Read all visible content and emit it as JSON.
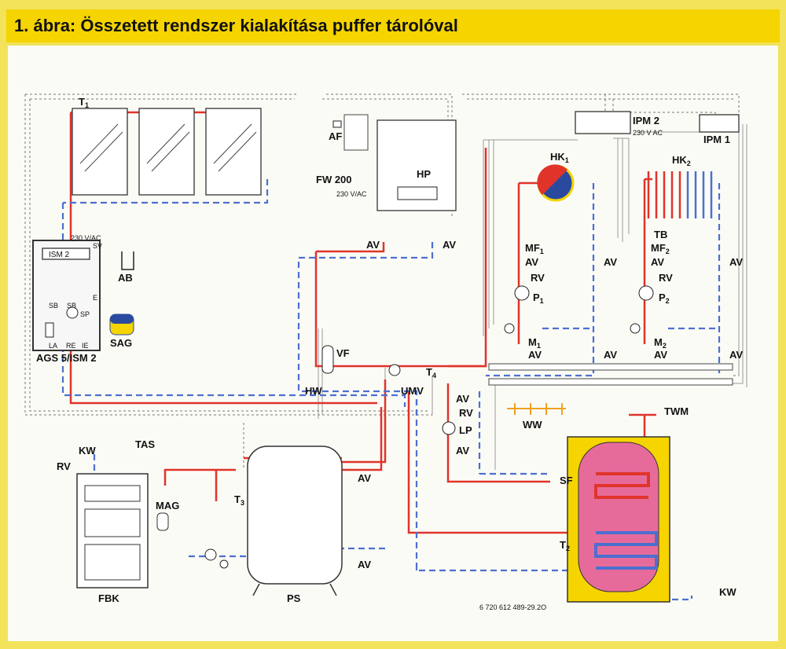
{
  "title": "1. ábra: Összetett rendszer kialakítása puffer tárolóval",
  "labels": {
    "T1": "T",
    "T1_sub": "1",
    "voltage_ism": "230 V/AC",
    "ism2": "ISM 2",
    "sv": "SV",
    "ab": "AB",
    "sb1": "SB",
    "sb2": "SB",
    "sp": "SP",
    "e": "E",
    "la": "LA",
    "re": "RE",
    "ie": "IE",
    "sag": "SAG",
    "ags": "AGS 5/ISM 2",
    "af": "AF",
    "fw200": "FW 200",
    "voltage_fw": "230 V/AC",
    "hp": "HP",
    "av_left": "AV",
    "av_right": "AV",
    "ipm2": "IPM 2",
    "voltage_ipm": "230 V AC",
    "ipm1": "IPM 1",
    "hk1": "HK",
    "hk1_sub": "1",
    "hk2": "HK",
    "hk2_sub": "2",
    "tb": "TB",
    "mf1": "MF",
    "mf1_sub": "1",
    "mf2": "MF",
    "mf2_sub": "2",
    "av_hk1_a": "AV",
    "av_hk1_b": "AV",
    "av_hk2_a": "AV",
    "av_hk2_b": "AV",
    "rv1": "RV",
    "rv2": "RV",
    "p1": "P",
    "p1_sub": "1",
    "p2": "P",
    "p2_sub": "2",
    "m1": "M",
    "m1_sub": "1",
    "m2": "M",
    "m2_sub": "2",
    "av_m1_a": "AV",
    "av_m1_b": "AV",
    "av_m2_a": "AV",
    "av_m2_b": "AV",
    "vf": "VF",
    "hw": "HW",
    "umv": "UMV",
    "t4": "T",
    "t4_sub": "4",
    "av_lp_a": "AV",
    "rv_lp": "RV",
    "lp": "LP",
    "av_lp_b": "AV",
    "ww": "WW",
    "twm": "TWM",
    "kw_left": "KW",
    "rv_left": "RV",
    "tas": "TAS",
    "mag": "MAG",
    "t3": "T",
    "t3_sub": "3",
    "av_ps_a": "AV",
    "av_ps_b": "AV",
    "sf": "SF",
    "t2": "T",
    "t2_sub": "2",
    "fbk": "FBK",
    "ps": "PS",
    "kw_right": "KW",
    "code": "6 720 612 489-29.2O"
  },
  "colors": {
    "flow": "#e0342a",
    "return": "#4d6fd0",
    "frame": "#f5d400"
  }
}
